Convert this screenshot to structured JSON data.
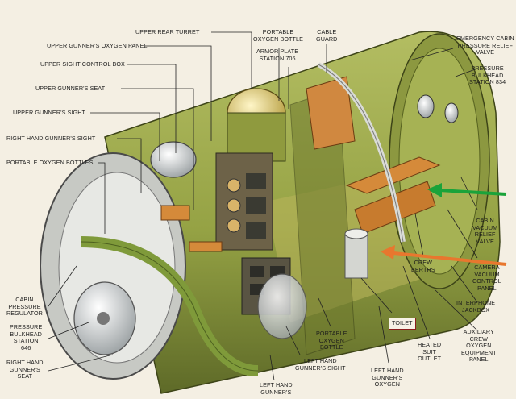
{
  "labels": {
    "upper_rear_turret": "UPPER REAR TURRET",
    "upper_gunners_oxygen_panel": "UPPER GUNNER'S OXYGEN PANEL",
    "upper_sight_control_box": "UPPER SIGHT CONTROL BOX",
    "upper_gunners_seat": "UPPER GUNNER'S SEAT",
    "upper_gunners_sight": "UPPER GUNNER'S SIGHT",
    "right_hand_gunners_sight": "RIGHT HAND GUNNER'S SIGHT",
    "portable_oxygen_bottles": "PORTABLE OXYGEN BOTTLES",
    "portable_oxygen_bottle_top": [
      "PORTABLE",
      "OXYGEN BOTTLE"
    ],
    "armor_plate_station": [
      "ARMOR PLATE",
      "STATION 706"
    ],
    "cable_guard": [
      "CABLE",
      "GUARD"
    ],
    "emergency_cabin_pressure_relief_valve": [
      "EMERGENCY CABIN",
      "PRESSURE RELIEF",
      "VALVE"
    ],
    "pressure_bulkhead_834": [
      "PRESSURE",
      "BULKHEAD",
      "STATION 834"
    ],
    "cabin_vacuum_relief_valve": [
      "CABIN",
      "VACUUM",
      "RELIEF",
      "VALVE"
    ],
    "crew_berths": [
      "CREW",
      "BERTHS"
    ],
    "camera_vacuum_control_panel": [
      "CAMERA",
      "VACUUM",
      "CONTROL",
      "PANEL"
    ],
    "interphone_jackbox": [
      "INTERPHONE",
      "JACKBOX"
    ],
    "auxiliary_crew_oxygen_equipment_panel": [
      "AUXILIARY",
      "CREW",
      "OXYGEN",
      "EQUIPMENT",
      "PANEL"
    ],
    "heated_suit_outlet": [
      "HEATED",
      "SUIT",
      "OUTLET"
    ],
    "toilet": "TOILET",
    "left_hand_gunners_oxygen": [
      "LEFT HAND",
      "GUNNER'S",
      "OXYGEN"
    ],
    "left_hand_gunners_sight": [
      "LEFT HAND",
      "GUNNER'S SIGHT"
    ],
    "portable_oxygen_bottle_bottom": [
      "PORTABLE",
      "OXYGEN",
      "BOTTLE"
    ],
    "left_hand_gunners_bottom": [
      "LEFT HAND",
      "GUNNER'S"
    ],
    "cabin_pressure_regulator": [
      "CABIN",
      "PRESSURE",
      "REGULATOR"
    ],
    "pressure_bulkhead_646": [
      "PRESSURE",
      "BULKHEAD",
      "STATION",
      "646"
    ],
    "right_hand_gunners_seat": [
      "RIGHT HAND",
      "GUNNER'S",
      "SEAT"
    ]
  },
  "colors": {
    "hull_green": "#9aa84a",
    "hull_dark": "#4f5a22",
    "wood": "#d58a3a",
    "metal": "#c9cbc6",
    "leader": "#222222",
    "toilet_box": "#8b1d1d",
    "green_arrow": "#1aa33a",
    "orange_arrow": "#e8772e"
  }
}
